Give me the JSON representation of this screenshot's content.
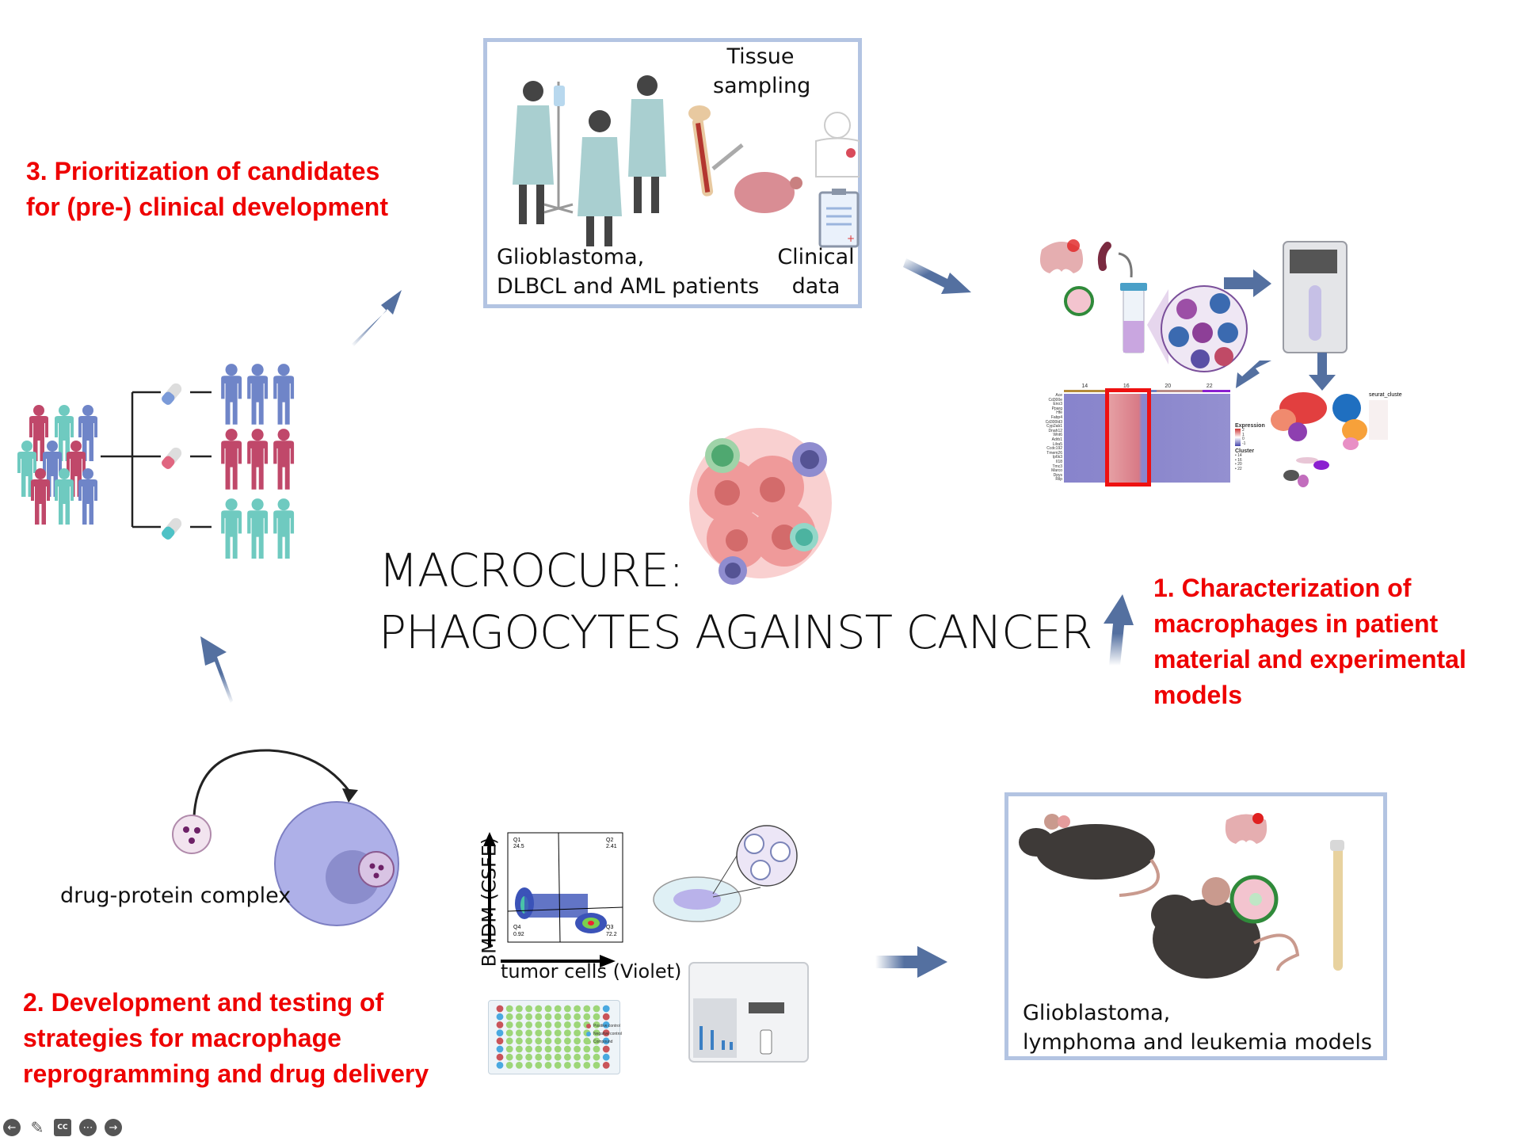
{
  "slide": {
    "title_line1": "MACROCURE:",
    "title_line2": "PHAGOCYTES AGAINST CANCER",
    "accent_color": "#ee0000",
    "arrow_color": "#5470a0",
    "box_border_color": "#b3c4e2"
  },
  "steps": {
    "step1": [
      "1. Characterization of",
      "macrophages in patient",
      "material and experimental",
      "models"
    ],
    "step2": [
      "2. Development and testing of",
      "strategies for macrophage",
      "reprogramming and drug delivery"
    ],
    "step3": [
      "3. Prioritization of candidates",
      "for (pre-) clinical development"
    ]
  },
  "patients_panel": {
    "tissue_label": [
      "Tissue",
      "sampling"
    ],
    "patients_label": [
      "Glioblastoma,",
      "DLBCL and AML patients"
    ],
    "clinical_label": [
      "Clinical",
      "data"
    ]
  },
  "models_panel": {
    "label": [
      "Glioblastoma,",
      "lymphoma and leukemia models"
    ]
  },
  "heatmap": {
    "clusters": [
      "14",
      "16",
      "20",
      "22"
    ],
    "genes": [
      "Ace",
      "Cd300e",
      "Eno3",
      "Pparg",
      "Hfe",
      "Fabp4",
      "Cd300ld3",
      "Cyp2ab1",
      "Dnah12",
      "Wnt6",
      "Adrb1",
      "Lilra5",
      "Ccdc192",
      "Tmem26",
      "Ip6k3",
      "Il18",
      "Tmc3",
      "Marco",
      "Dpys",
      "Rilp"
    ],
    "legend_expression_title": "Expression",
    "legend_expression_ticks": [
      "2",
      "1",
      "0",
      "-1"
    ],
    "legend_cluster_title": "Cluster",
    "legend_cluster_items": [
      "14",
      "16",
      "20",
      "22"
    ],
    "highlighted_cluster": "16"
  },
  "umap": {
    "legend_title": "seurat_clusters"
  },
  "drug_delivery": {
    "label": "drug-protein complex"
  },
  "flow_cytometry": {
    "y_axis_label": "BMDM (CSFE)",
    "x_axis_label": "tumor cells (Violet)",
    "quadrants": [
      {
        "name": "Q1",
        "value": "24.5"
      },
      {
        "name": "Q2",
        "value": "2.41"
      },
      {
        "name": "Q3",
        "value": "72.2"
      },
      {
        "name": "Q4",
        "value": "0.92"
      }
    ]
  },
  "plate": {
    "legend": [
      "Positive control",
      "Negative control",
      "Compound"
    ]
  },
  "presentation_toolbar": {
    "buttons": [
      {
        "name": "previous-slide",
        "glyph": "←"
      },
      {
        "name": "pen",
        "glyph": "✎"
      },
      {
        "name": "captions",
        "glyph": "CC"
      },
      {
        "name": "more-options",
        "glyph": "⋯"
      },
      {
        "name": "next-slide",
        "glyph": "→"
      }
    ]
  }
}
